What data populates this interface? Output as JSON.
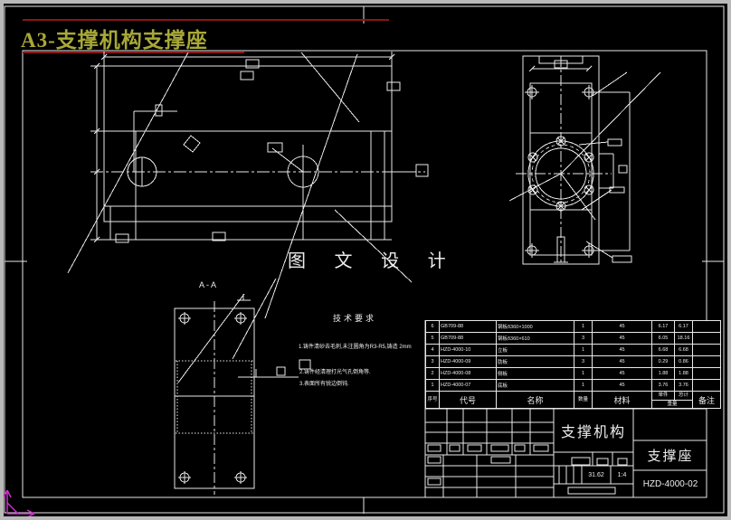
{
  "window": {
    "border_color": "#b9b9b9",
    "background": "#000000",
    "line_color": "#e8e8e8",
    "accent_red": "#8b1616",
    "ucs_icon_color": "#cc2fcc"
  },
  "title": {
    "text": "A3-支撑机构支撑座",
    "color": "#a8a838"
  },
  "watermark": "图 文 设 计",
  "section_label": "A-A",
  "tech": {
    "title": "技术要求",
    "lines": [
      "1.铸件清砂去毛刺,未注圆角为R3-R5,铸造 2mm",
      "2.铸件经清理打光气孔倒角等.",
      "3.表面所有锐边倒钝."
    ]
  },
  "bom": {
    "headers": {
      "no": "序号",
      "code": "代号",
      "name": "名称",
      "qty": "数量",
      "material": "材料",
      "unit": "单件",
      "total": "总计",
      "weight": "重量",
      "remark": "备注"
    },
    "rows": [
      {
        "no": "6",
        "code": "GB709-88",
        "name": "钢板δ360×1000",
        "qty": "1",
        "material": "45",
        "unit": "6.17",
        "total": "6.17",
        "remark": ""
      },
      {
        "no": "5",
        "code": "GB709-88",
        "name": "钢板δ360×610",
        "qty": "3",
        "material": "45",
        "unit": "6.05",
        "total": "18.16",
        "remark": ""
      },
      {
        "no": "4",
        "code": "HZD-4000-10",
        "name": "立板",
        "qty": "1",
        "material": "45",
        "unit": "6.68",
        "total": "6.68",
        "remark": ""
      },
      {
        "no": "3",
        "code": "HZD-4000-09",
        "name": "肋板",
        "qty": "3",
        "material": "45",
        "unit": "0.29",
        "total": "0.86",
        "remark": ""
      },
      {
        "no": "2",
        "code": "HZD-4000-08",
        "name": "侧板",
        "qty": "1",
        "material": "45",
        "unit": "1.88",
        "total": "1.88",
        "remark": ""
      },
      {
        "no": "1",
        "code": "HZD-4000-07",
        "name": "底板",
        "qty": "1",
        "material": "45",
        "unit": "3.76",
        "total": "3.76",
        "remark": ""
      }
    ]
  },
  "title_block": {
    "assembly": "支撑机构",
    "part": "支撑座",
    "drawing_no": "HZD-4000-02",
    "weight": "31.62",
    "scale": "1:4"
  }
}
